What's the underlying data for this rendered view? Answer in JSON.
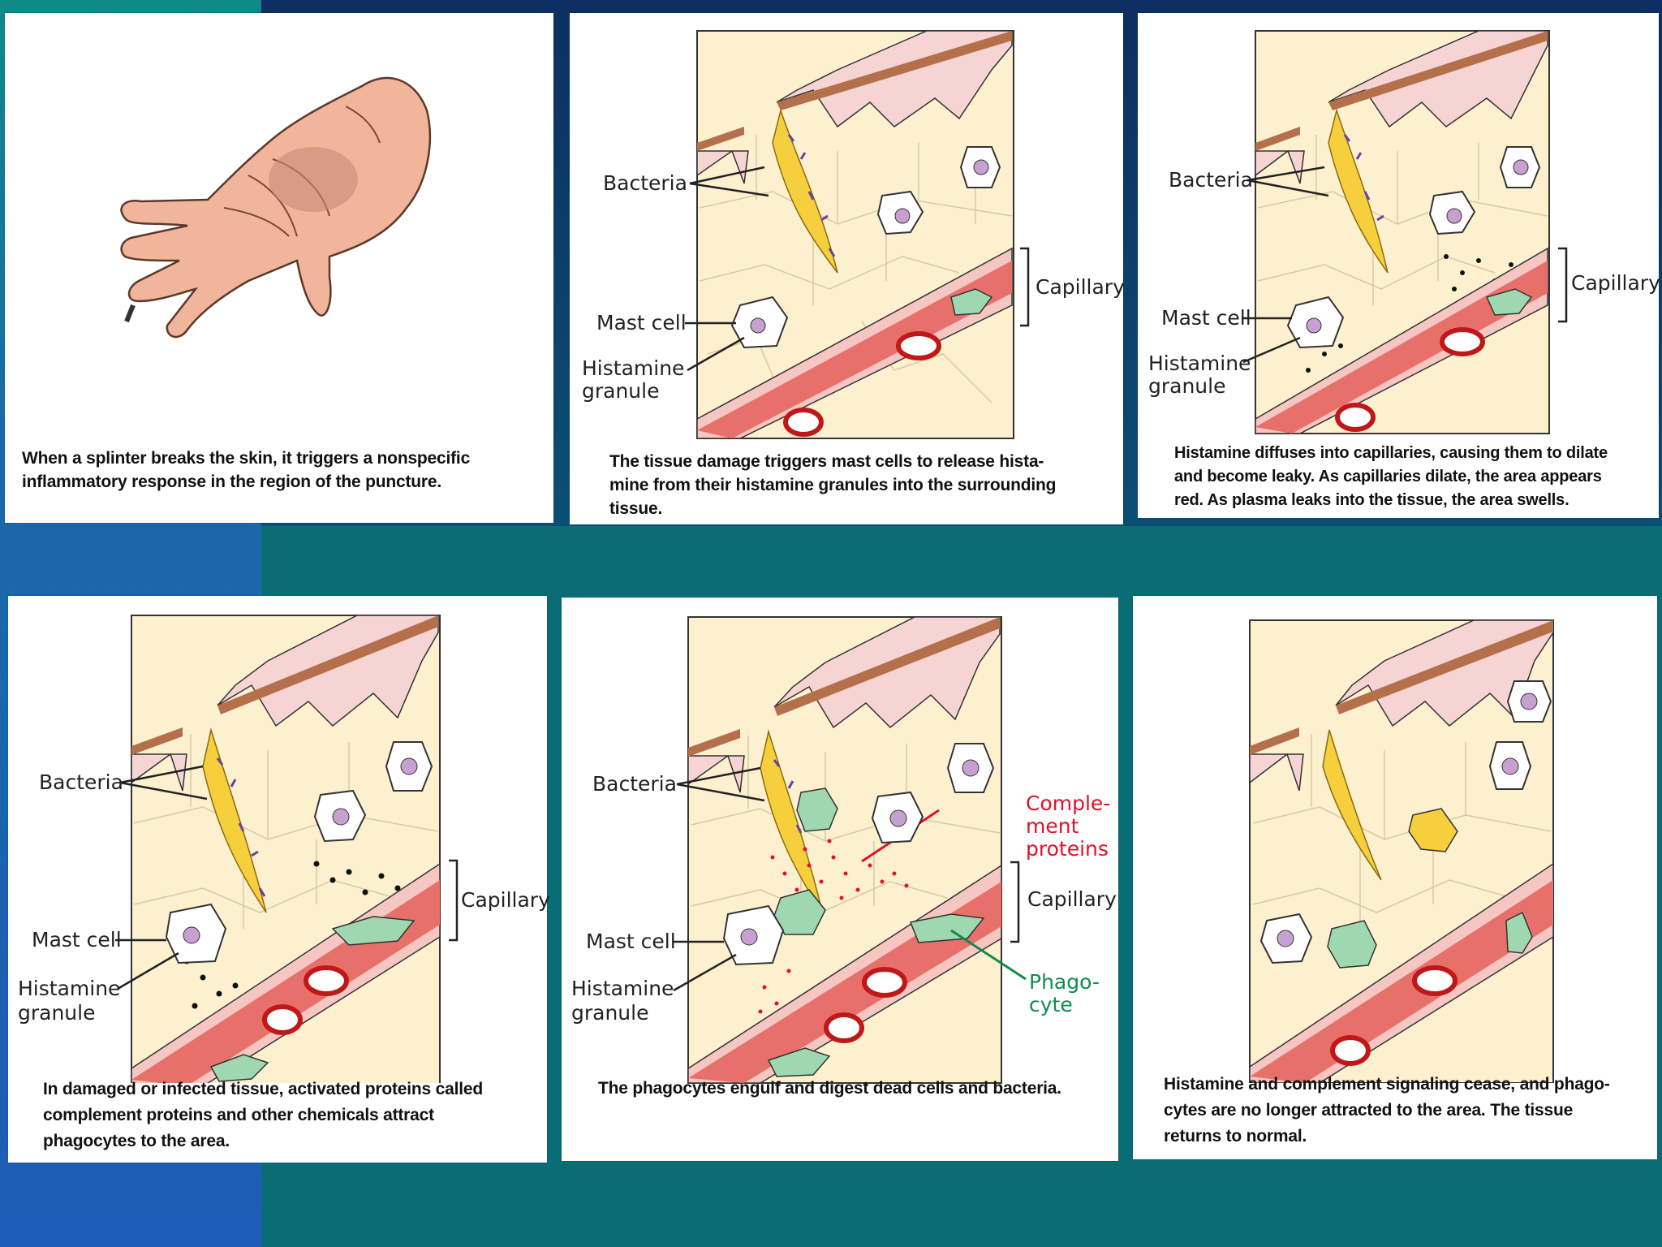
{
  "panels": [
    {
      "caption": [
        "When a splinter breaks the skin, it triggers a nonspecific",
        "inflammatory response in the region of the puncture."
      ]
    },
    {
      "caption": [
        "The tissue damage triggers mast cells to release hista-",
        "mine from their histamine granules into the surrounding",
        "tissue."
      ],
      "labels": {
        "bacteria": "Bacteria",
        "capillary": "Capillary",
        "mast_cell": "Mast cell",
        "histamine1": "Histamine",
        "histamine2": "granule"
      }
    },
    {
      "caption": [
        "Histamine diffuses into capillaries, causing them to dilate",
        "and become leaky. As capillaries dilate, the area appears",
        "red. As plasma leaks into the tissue, the area swells."
      ],
      "labels": {
        "bacteria": "Bacteria",
        "capillary": "Capillary",
        "mast_cell": "Mast cell",
        "histamine1": "Histamine",
        "histamine2": "granule"
      }
    },
    {
      "caption": [
        "In damaged or infected tissue, activated proteins called",
        "complement proteins and other chemicals attract",
        "phagocytes to the area."
      ],
      "labels": {
        "bacteria": "Bacteria",
        "capillary": "Capillary",
        "mast_cell": "Mast cell",
        "histamine1": "Histamine",
        "histamine2": "granule"
      }
    },
    {
      "caption": [
        "The phagocytes engulf and digest dead cells and bacteria."
      ],
      "labels": {
        "bacteria": "Bacteria",
        "capillary": "Capillary",
        "mast_cell": "Mast cell",
        "histamine1": "Histamine",
        "histamine2": "granule",
        "complement1": "Comple-",
        "complement2": "ment",
        "complement3": "proteins",
        "phagocyte1": "Phago-",
        "phagocyte2": "cyte"
      }
    },
    {
      "caption": [
        "Histamine and complement signaling cease, and phago-",
        "cytes are no longer attracted to the area. The tissue",
        "returns to normal."
      ]
    }
  ],
  "colors": {
    "tissue": "#fdf0cf",
    "epidermis": "#f7d4d4",
    "skin_edge": "#b4704a",
    "capillary": "#e8706b",
    "capillary_wall": "#f6c6c2",
    "splinter": "#f5cf3c",
    "bacteria": "#6b3fa0",
    "phagocyte": "#9fd7b0",
    "complement": "#e0122b"
  }
}
